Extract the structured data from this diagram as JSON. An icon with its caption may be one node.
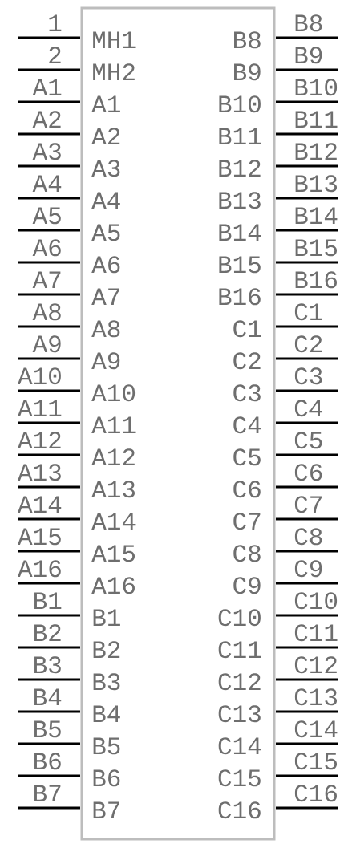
{
  "diagram": {
    "labels": [
      "1",
      "MH1",
      "B8",
      "B8",
      "2",
      "MH2",
      "B9",
      "B9",
      "A1",
      "A1",
      "B10",
      "B10",
      "A2",
      "A2",
      "B11",
      "B11",
      "A3",
      "A3",
      "B12",
      "B12",
      "A4",
      "A4",
      "B13",
      "B13",
      "A5",
      "A5",
      "B14",
      "B14",
      "A6",
      "A6",
      "B15",
      "B15",
      "A7",
      "A7",
      "B16",
      "B16",
      "A8",
      "A8",
      "C1",
      "C1",
      "A9",
      "A9",
      "C2",
      "C2",
      "A10",
      "A10",
      "C3",
      "C3",
      "A11",
      "A11",
      "C4",
      "C4",
      "A12",
      "A12",
      "C5",
      "C5",
      "A13",
      "A13",
      "C6",
      "C6",
      "A14",
      "A14",
      "C7",
      "C7",
      "A15",
      "A15",
      "C8",
      "C8",
      "A16",
      "A16",
      "C9",
      "C9",
      "B1",
      "B1",
      "C10",
      "C10",
      "B2",
      "B2",
      "C11",
      "C11",
      "B3",
      "B3",
      "C12",
      "C12",
      "B4",
      "B4",
      "C13",
      "C13",
      "B5",
      "B5",
      "C14",
      "C14",
      "B6",
      "B6",
      "C15",
      "C15",
      "B7",
      "B7",
      "C16",
      "C16"
    ]
  }
}
